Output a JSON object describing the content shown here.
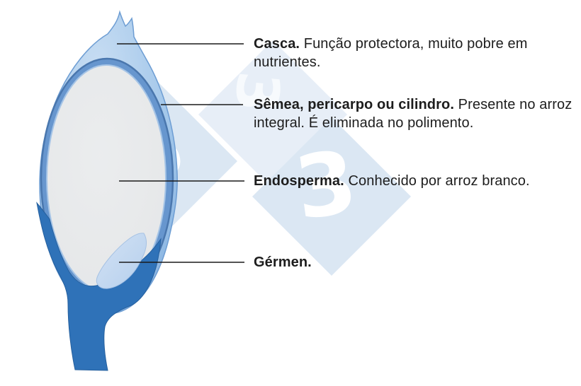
{
  "diagram_title": "rice-grain-anatomy",
  "labels": [
    {
      "id": "casca",
      "term": "Casca.",
      "description": "Função protectora, muito pobre em nutrientes."
    },
    {
      "id": "semea",
      "term": "Sêmea, pericarpo ou cilindro.",
      "description": "Presente no arroz integral. É eliminada no polimento."
    },
    {
      "id": "endosperma",
      "term": "Endosperma.",
      "description": "Conhecido por arroz branco."
    },
    {
      "id": "germen",
      "term": "Gérmen.",
      "description": ""
    }
  ],
  "watermark": {
    "glyph": "3",
    "glyph_color": "#ffffff",
    "diamond_color": "#dbe7f3",
    "diamond_color_light": "#e7eef7"
  },
  "colors": {
    "husk_light_blue": "#a9cbea",
    "husk_edge_blue": "#6d9dd3",
    "pericarp_blue": "#6796ce",
    "pericarp_outline": "#4a77ae",
    "endosperm_white": "#efeeec",
    "germ_pale_blue": "#c6daf1",
    "stem_blue": "#2f72b8",
    "leader_line": "#1a1a1a",
    "text": "#1d1d1d"
  }
}
